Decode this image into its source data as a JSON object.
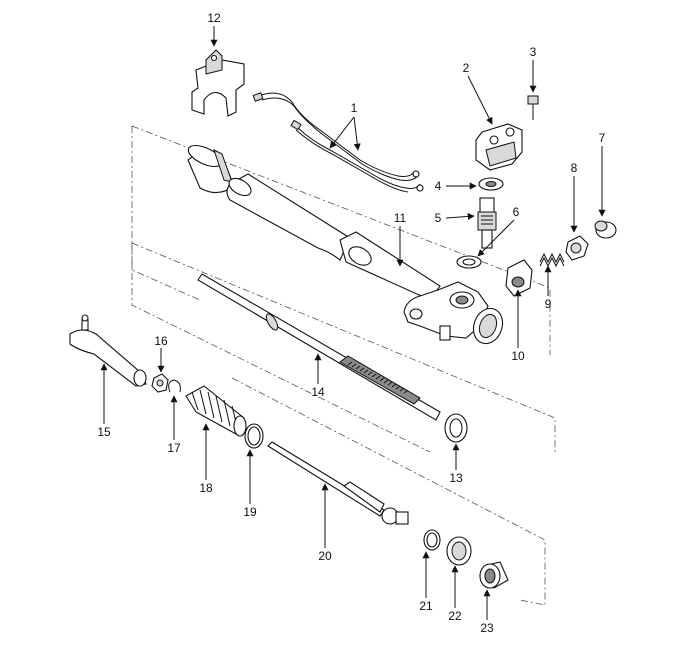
{
  "diagram": {
    "callouts": [
      {
        "id": "callout-1",
        "label": "1"
      },
      {
        "id": "callout-2",
        "label": "2"
      },
      {
        "id": "callout-3",
        "label": "3"
      },
      {
        "id": "callout-4",
        "label": "4"
      },
      {
        "id": "callout-5",
        "label": "5"
      },
      {
        "id": "callout-6",
        "label": "6"
      },
      {
        "id": "callout-7",
        "label": "7"
      },
      {
        "id": "callout-8",
        "label": "8"
      },
      {
        "id": "callout-9",
        "label": "9"
      },
      {
        "id": "callout-10",
        "label": "10"
      },
      {
        "id": "callout-11",
        "label": "11"
      },
      {
        "id": "callout-12",
        "label": "12"
      },
      {
        "id": "callout-13",
        "label": "13"
      },
      {
        "id": "callout-14",
        "label": "14"
      },
      {
        "id": "callout-15",
        "label": "15"
      },
      {
        "id": "callout-16",
        "label": "16"
      },
      {
        "id": "callout-17",
        "label": "17"
      },
      {
        "id": "callout-18",
        "label": "18"
      },
      {
        "id": "callout-19",
        "label": "19"
      },
      {
        "id": "callout-20",
        "label": "20"
      },
      {
        "id": "callout-21",
        "label": "21"
      },
      {
        "id": "callout-22",
        "label": "22"
      },
      {
        "id": "callout-23",
        "label": "23"
      }
    ]
  }
}
